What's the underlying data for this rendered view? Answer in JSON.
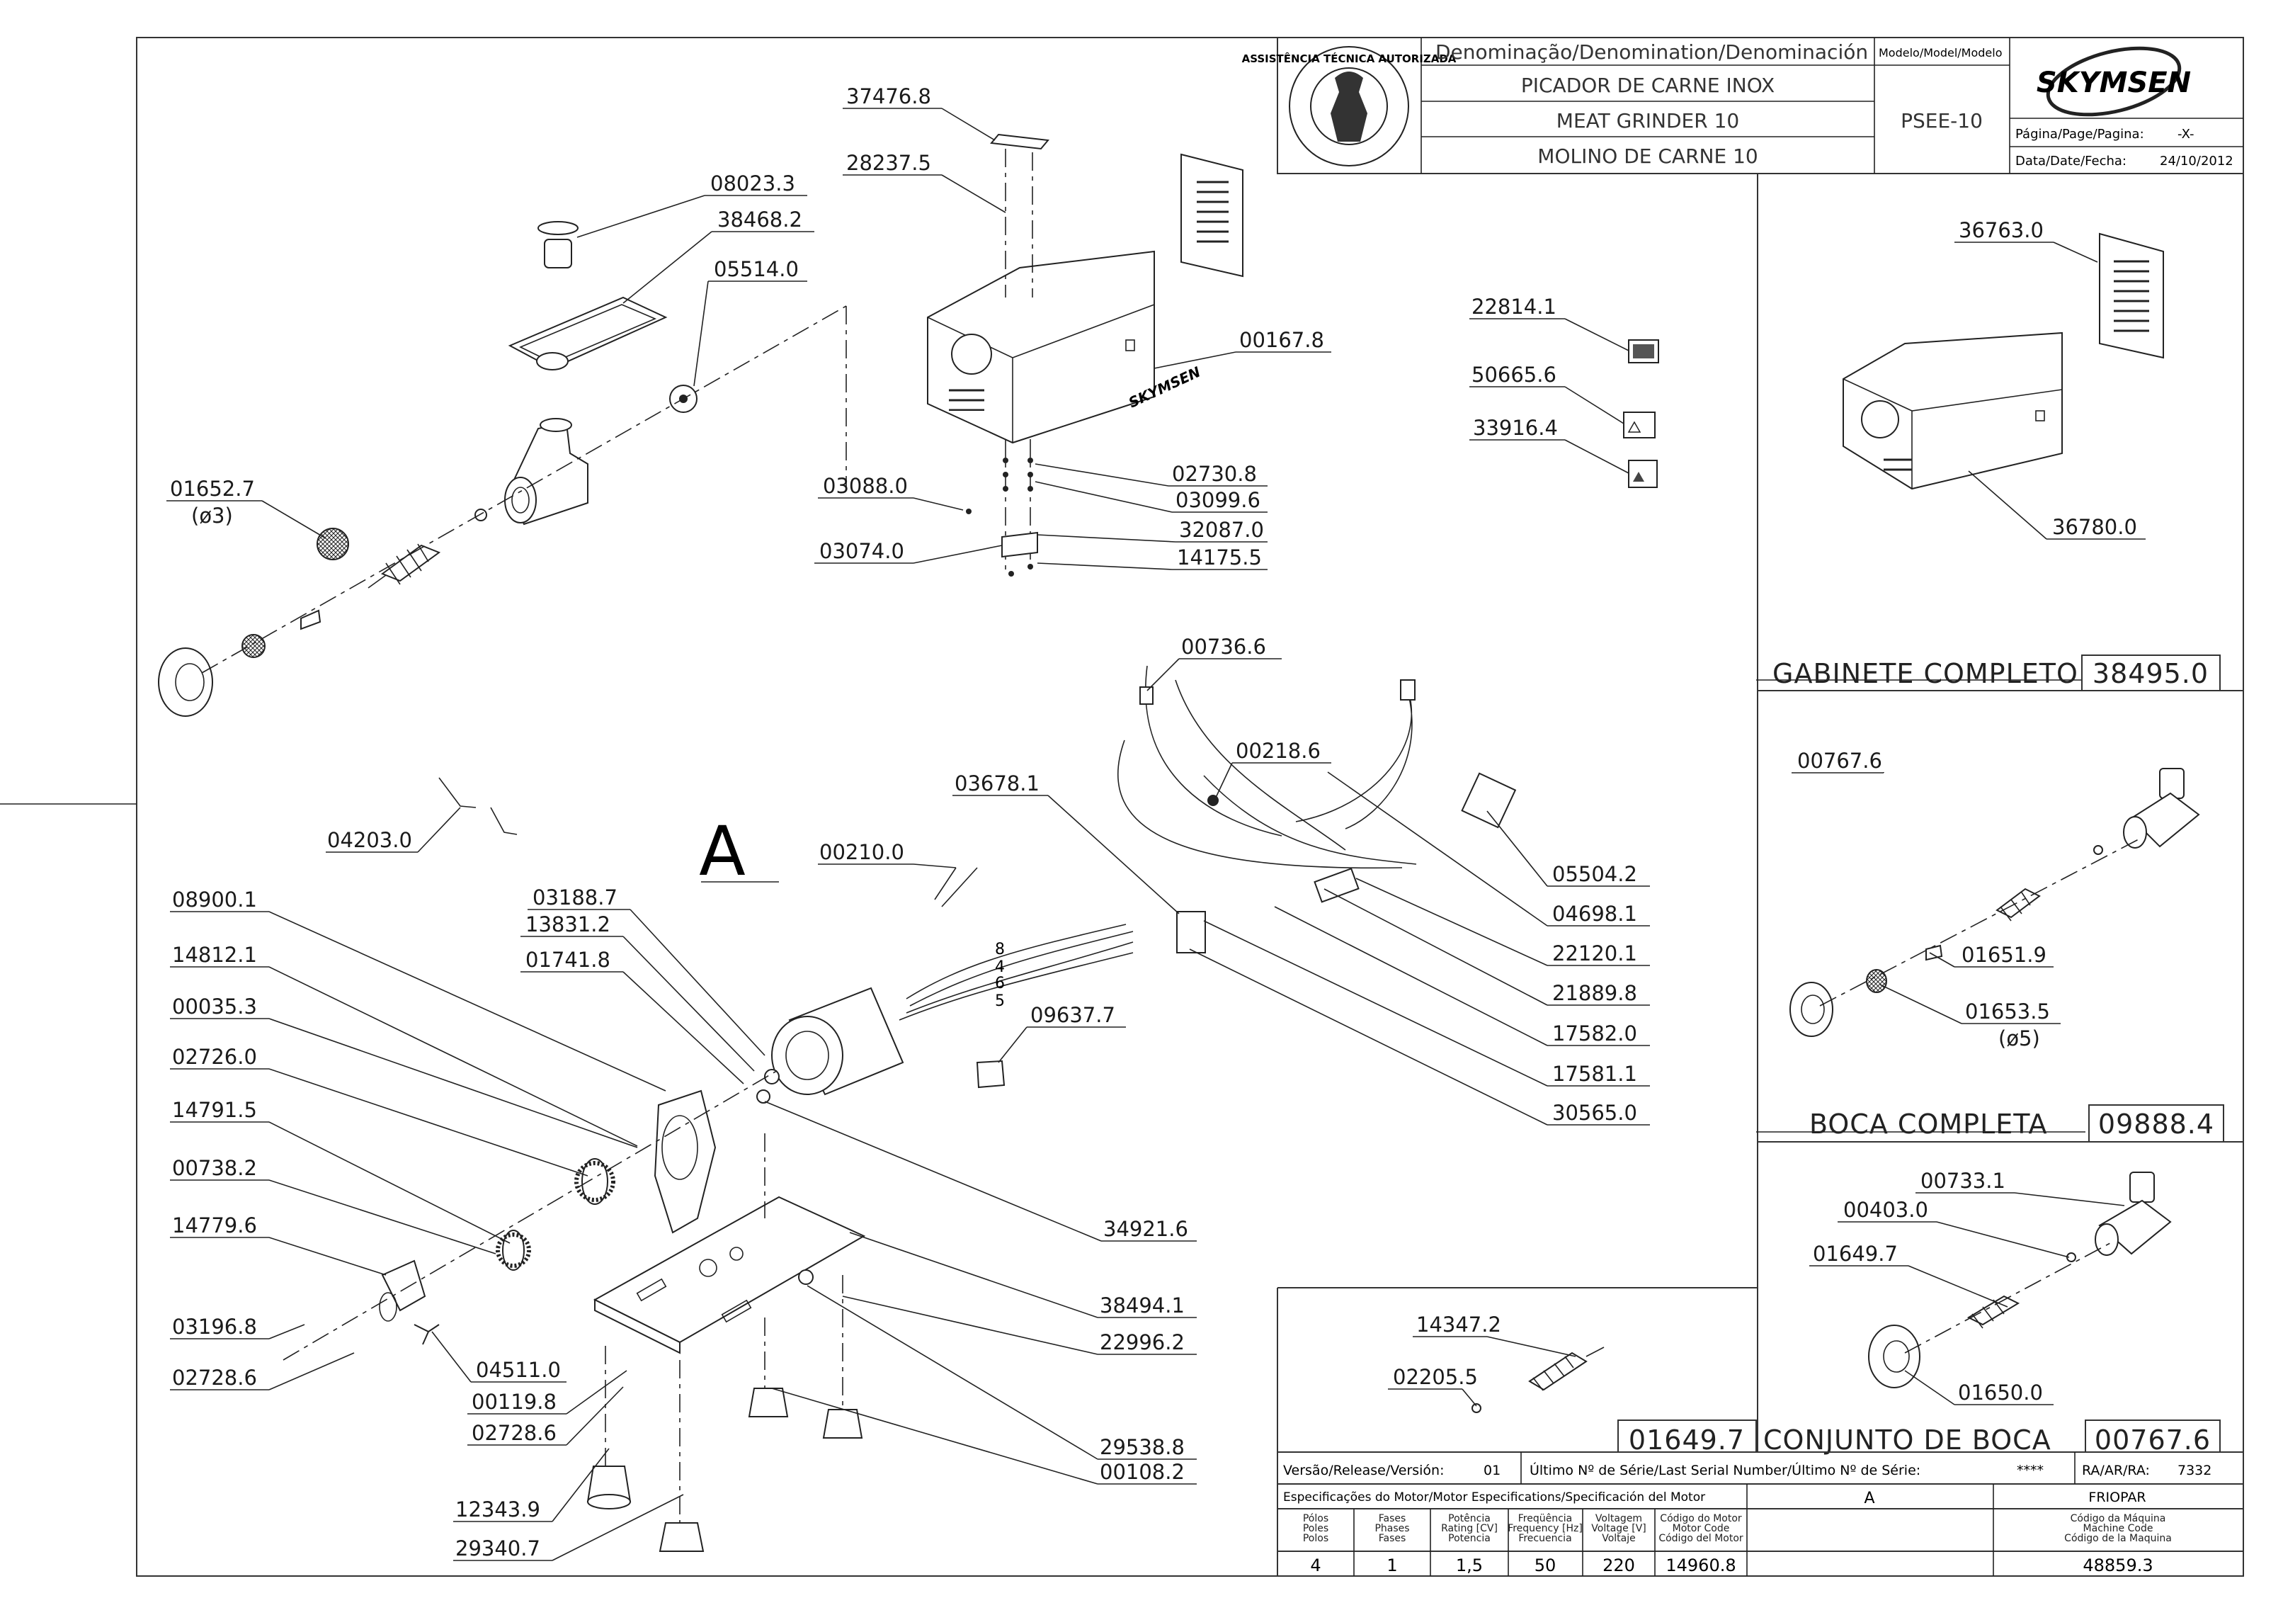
{
  "title_block": {
    "denomination_header": "Denominação/Denomination/Denominación",
    "model_header": "Modelo/Model/Modelo",
    "name_pt": "PICADOR DE CARNE INOX",
    "name_en": "MEAT GRINDER 10",
    "name_es": "MOLINO DE CARNE 10",
    "model": "PSEE-10",
    "brand": "SKYMSEN",
    "page_label": "Página/Page/Pagina:",
    "page_value": "-X-",
    "date_label": "Data/Date/Fecha:",
    "date_value": "24/10/2012",
    "badge_text": "ASSISTÊNCIA TÉCNICA AUTORIZADA"
  },
  "sections": {
    "gabinete": {
      "title": "GABINETE COMPLETO",
      "code": "38495.0"
    },
    "boca": {
      "title": "BOCA COMPLETA",
      "code": "09888.4"
    },
    "conjunto": {
      "title": "CONJUNTO DE BOCA",
      "code_left": "01649.7",
      "code_right": "00767.6"
    },
    "detail_letter": "A"
  },
  "part_labels": [
    "37476.8",
    "28237.5",
    "08023.3",
    "38468.2",
    "05514.0",
    "01652.7",
    "(ø3)",
    "00167.8",
    "03088.0",
    "03074.0",
    "02730.8",
    "03099.6",
    "32087.0",
    "14175.5",
    "22814.1",
    "50665.6",
    "33916.4",
    "36763.0",
    "36780.0",
    "00736.6",
    "00218.6",
    "03678.1",
    "04203.0",
    "00210.0",
    "08900.1",
    "14812.1",
    "00035.3",
    "02726.0",
    "14791.5",
    "00738.2",
    "14779.6",
    "03196.8",
    "02728.6",
    "04511.0",
    "00119.8",
    "02728.6",
    "12343.9",
    "29340.7",
    "03188.7",
    "13831.2",
    "01741.8",
    "09637.7",
    "34921.6",
    "38494.1",
    "22996.2",
    "29538.8",
    "00108.2",
    "05504.2",
    "04698.1",
    "22120.1",
    "21889.8",
    "17582.0",
    "17581.1",
    "30565.0",
    "00767.6",
    "01651.9",
    "01653.5",
    "(ø5)",
    "00733.1",
    "00403.0",
    "01649.7",
    "01650.0",
    "14347.2",
    "02205.5"
  ],
  "wire_numbers": [
    "8",
    "4",
    "6",
    "5"
  ],
  "release": {
    "version_label": "Versão/Release/Versión:",
    "version_value": "01",
    "serial_label": "Último Nº de Série/Last Serial Number/Último Nº de Série:",
    "serial_value": "****",
    "ra_label": "RA/AR/RA:",
    "ra_value": "7332"
  },
  "motor_spec": {
    "title": "Especificações do Motor/Motor Especifications/Specificación del Motor",
    "motor_id": "A",
    "manufacturer": "FRIOPAR",
    "columns": [
      {
        "l1": "Pólos",
        "l2": "Poles",
        "l3": "Polos",
        "value": "4"
      },
      {
        "l1": "Fases",
        "l2": "Phases",
        "l3": "Fases",
        "value": "1"
      },
      {
        "l1": "Potência",
        "l2": "Rating [CV]",
        "l3": "Potencia",
        "value": "1,5"
      },
      {
        "l1": "Freqüência",
        "l2": "Frequency [Hz]",
        "l3": "Frecuencia",
        "value": "50"
      },
      {
        "l1": "Voltagem",
        "l2": "Voltage [V]",
        "l3": "Voltaje",
        "value": "220"
      },
      {
        "l1": "Código do Motor",
        "l2": "Motor Code",
        "l3": "Código del Motor",
        "value": "14960.8"
      },
      {
        "l1": "Código da Máquina",
        "l2": "Machine Code",
        "l3": "Código de la Maquina",
        "value": "48859.3"
      }
    ]
  }
}
